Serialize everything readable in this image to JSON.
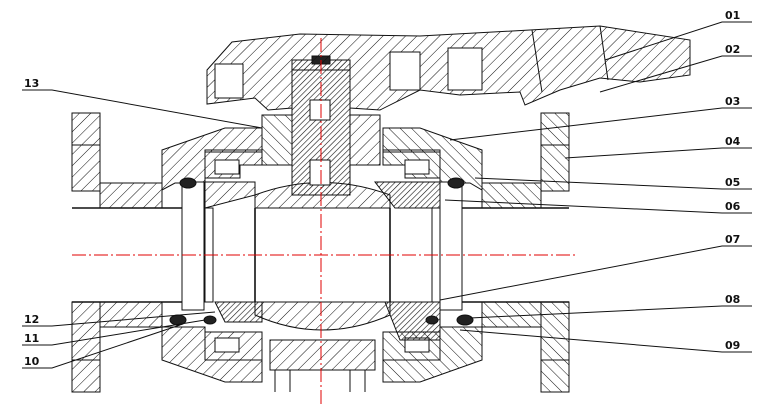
{
  "diagram": {
    "callouts": [
      {
        "id": "01",
        "side": "right"
      },
      {
        "id": "02",
        "side": "right"
      },
      {
        "id": "03",
        "side": "right"
      },
      {
        "id": "04",
        "side": "right"
      },
      {
        "id": "05",
        "side": "right"
      },
      {
        "id": "06",
        "side": "right"
      },
      {
        "id": "07",
        "side": "right"
      },
      {
        "id": "08",
        "side": "right"
      },
      {
        "id": "09",
        "side": "right"
      },
      {
        "id": "10",
        "side": "left"
      },
      {
        "id": "11",
        "side": "left"
      },
      {
        "id": "12",
        "side": "left"
      },
      {
        "id": "13",
        "side": "left"
      }
    ],
    "centerline_color": "#e00000",
    "line_color": "#111111"
  }
}
